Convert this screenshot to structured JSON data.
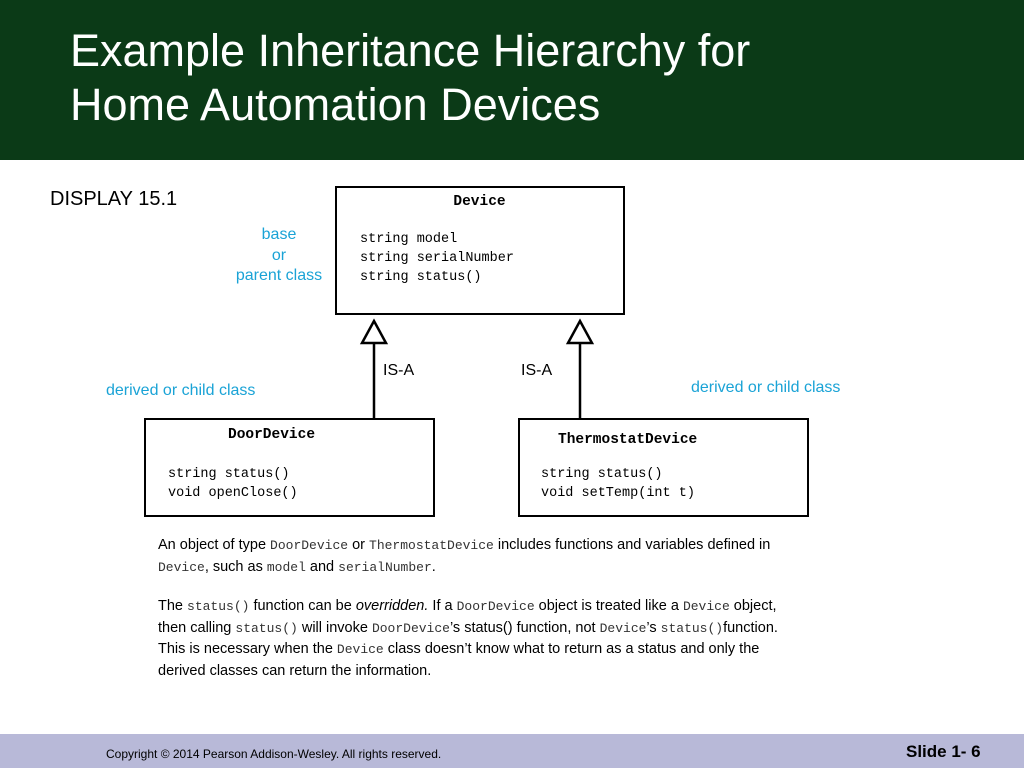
{
  "title": {
    "line1": "Example Inheritance Hierarchy for",
    "line2": "Home Automation Devices"
  },
  "display_label": "DISPLAY 15.1",
  "labels": {
    "base_line1": "base",
    "base_line2": "or",
    "base_line3": "parent class",
    "derived_left": "derived or child class",
    "derived_right": "derived or child class",
    "isa_left": "IS-A",
    "isa_right": "IS-A"
  },
  "boxes": {
    "device": {
      "name": "Device",
      "members": [
        "string model",
        "string serialNumber",
        "string status()"
      ]
    },
    "door": {
      "name": "DoorDevice",
      "members": [
        "string status()",
        "void openClose()"
      ]
    },
    "thermostat": {
      "name": "ThermostatDevice",
      "members": [
        "string status()",
        "void setTemp(int t)"
      ]
    }
  },
  "paragraph1": {
    "t1": "An object of type ",
    "c1": "DoorDevice",
    "t2": " or ",
    "c2": "ThermostatDevice",
    "t3": " includes functions and variables defined in ",
    "c3": "Device",
    "t4": ", such as ",
    "c4": "model",
    "t5": " and ",
    "c5": "serialNumber",
    "t6": "."
  },
  "paragraph2": {
    "t1": "The ",
    "c1": "status()",
    "t2": "  function can be ",
    "em1": "overridden.",
    "t3": " If a ",
    "c2": "DoorDevice",
    "t4": " object is treated like a ",
    "c3": "Device",
    "t5": " object, then calling ",
    "c4": "status()",
    "t6": " will invoke ",
    "c5": "DoorDevice",
    "t7": "’s status() function, not ",
    "c6": "Device",
    "t8": "’s ",
    "c7": "status()",
    "t9": "function.  This is necessary when the ",
    "c8": "Device",
    "t10": " class doesn’t know what to return as a status and only the derived classes can return the information."
  },
  "footer": {
    "copyright": "Copyright © 2014 Pearson Addison-Wesley.  All rights reserved.",
    "slide_number": "Slide 1- 6"
  },
  "colors": {
    "title_bar": "#0b3a17",
    "accent_label": "#1aa3d6",
    "footer_bar": "#b8b9d8"
  }
}
